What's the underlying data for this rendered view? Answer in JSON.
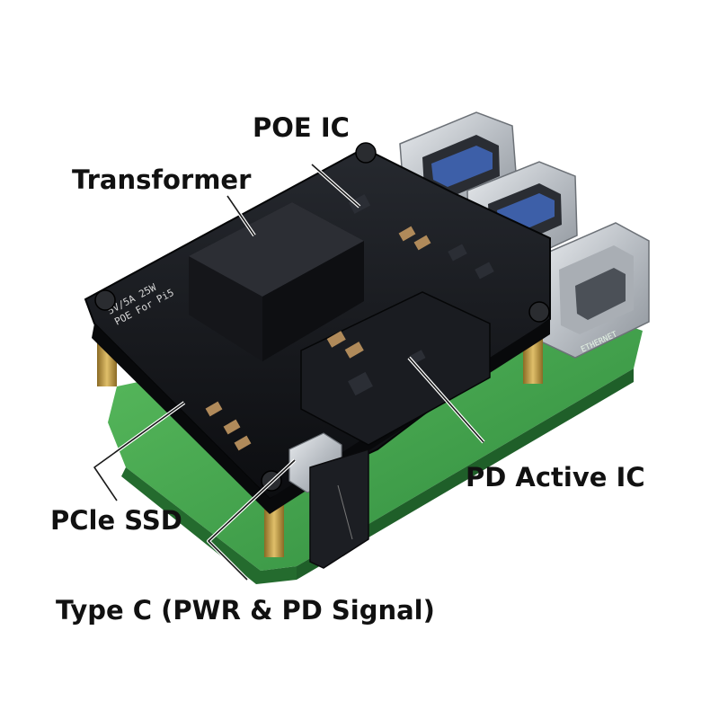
{
  "callouts": {
    "poe_ic": "POE IC",
    "transformer": "Transformer",
    "pd_active_ic": "PD Active IC",
    "pcie_ssd": "PCle SSD",
    "type_c": "Type C (PWR & PD Signal)"
  },
  "board_markings": {
    "model": "POE For Pi5",
    "rating": "5V/5A 25W",
    "ethernet": "ETHERNET"
  },
  "colors": {
    "background": "#ffffff",
    "hat_board": "#15171c",
    "pi_board": "#3fa34d",
    "callout_text": "#111111",
    "leader_line": "#1a1a1a",
    "standoff": "#b8913a"
  }
}
